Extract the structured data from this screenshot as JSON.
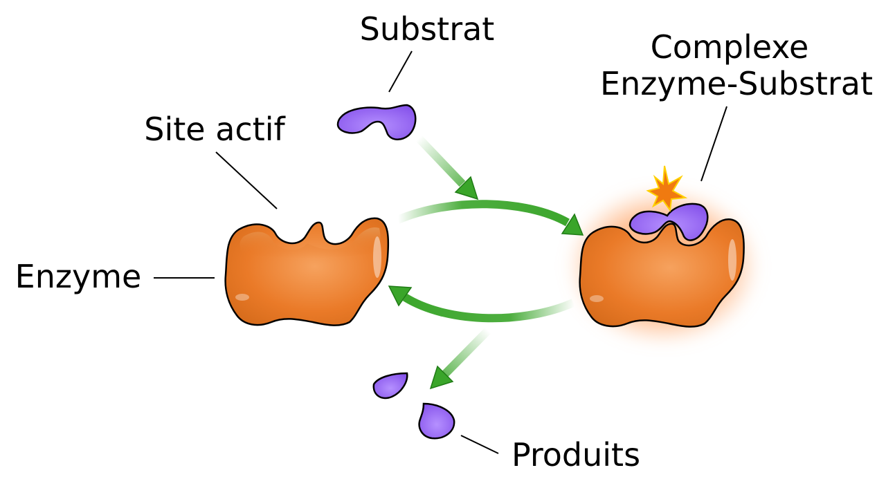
{
  "labels": {
    "substrate": "Substrat",
    "active_site": "Site actif",
    "complex_line1": "Complexe",
    "complex_line2": "Enzyme-Substrat",
    "enzyme": "Enzyme",
    "products": "Produits"
  },
  "colors": {
    "enzyme": "#e8731f",
    "enzyme_light": "#f7a15a",
    "substrate": "#8f5ef0",
    "substrate_light": "#c9adff",
    "arrow": "#3aa52a",
    "outline": "#000000",
    "spark": "#f07a10",
    "glow": "#ffb07a"
  }
}
